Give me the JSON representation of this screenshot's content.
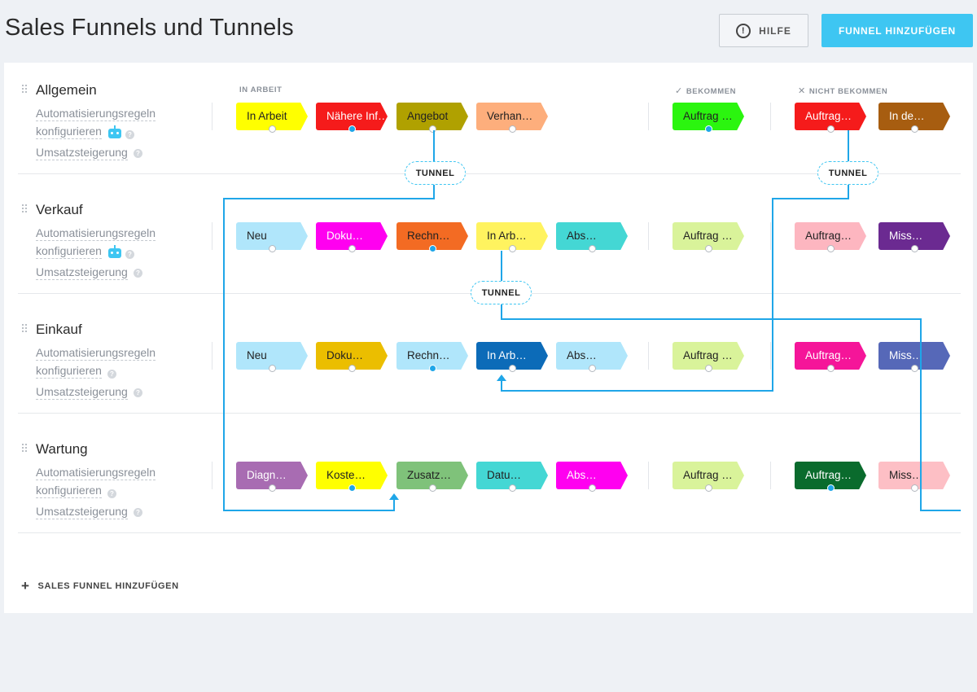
{
  "header": {
    "title": "Sales Funnels und Tunnels",
    "help_label": "HILFE",
    "add_funnel_label": "FUNNEL HINZUFÜGEN"
  },
  "groups": {
    "in_work": "IN ARBEIT",
    "won": "BEKOMMEN",
    "lost": "NICHT BEKOMMEN"
  },
  "funnel_labels": {
    "rules_line1": "Automatisierungsregeln",
    "rules_line2": "konfigurieren",
    "revenue": "Umsatzsteigerung"
  },
  "funnels": [
    {
      "name": "Allgemein",
      "automation_icon": true,
      "stages": [
        {
          "label": "In Arbeit",
          "color": "#ffff00",
          "text": "#222222",
          "active": false
        },
        {
          "label": "Nähere Inf…",
          "color": "#f51b1b",
          "text": "#ffffff",
          "active": true
        },
        {
          "label": "Angebot",
          "color": "#b0a100",
          "text": "#222222",
          "active": false
        },
        {
          "label": "Verhan…",
          "color": "#fdae7c",
          "text": "#222222",
          "active": false
        }
      ],
      "won": {
        "label": "Auftrag …",
        "color": "#2bf50f",
        "text": "#222222",
        "active": true
      },
      "lost": [
        {
          "label": "Auftrag…",
          "color": "#f51b1b",
          "text": "#ffffff",
          "active": false
        },
        {
          "label": "In de…",
          "color": "#a75d10",
          "text": "#ffffff",
          "active": false
        }
      ]
    },
    {
      "name": "Verkauf",
      "automation_icon": true,
      "stages": [
        {
          "label": "Neu",
          "color": "#b0e6fb",
          "text": "#222222",
          "active": false
        },
        {
          "label": "Doku…",
          "color": "#ff00f0",
          "text": "#ffffff",
          "active": false
        },
        {
          "label": "Rechn…",
          "color": "#f36b23",
          "text": "#222222",
          "active": true
        },
        {
          "label": "In Arb…",
          "color": "#fff35f",
          "text": "#222222",
          "active": false
        },
        {
          "label": "Abs…",
          "color": "#44d7d4",
          "text": "#222222",
          "active": false
        }
      ],
      "won": {
        "label": "Auftrag …",
        "color": "#d9f39a",
        "text": "#222222",
        "active": false
      },
      "lost": [
        {
          "label": "Auftrag…",
          "color": "#fdb6c0",
          "text": "#222222",
          "active": false
        },
        {
          "label": "Miss…",
          "color": "#6b2a91",
          "text": "#ffffff",
          "active": false
        }
      ]
    },
    {
      "name": "Einkauf",
      "automation_icon": false,
      "stages": [
        {
          "label": "Neu",
          "color": "#b0e6fb",
          "text": "#222222",
          "active": false
        },
        {
          "label": "Doku…",
          "color": "#ebbe00",
          "text": "#222222",
          "active": false
        },
        {
          "label": "Rechn…",
          "color": "#b0e6fb",
          "text": "#222222",
          "active": true
        },
        {
          "label": "In Arb…",
          "color": "#0c6bb8",
          "text": "#ffffff",
          "active": false
        },
        {
          "label": "Abs…",
          "color": "#b0e6fb",
          "text": "#222222",
          "active": false
        }
      ],
      "won": {
        "label": "Auftrag …",
        "color": "#d9f39a",
        "text": "#222222",
        "active": false
      },
      "lost": [
        {
          "label": "Auftrag…",
          "color": "#f51599",
          "text": "#ffffff",
          "active": false
        },
        {
          "label": "Miss…",
          "color": "#5668b8",
          "text": "#ffffff",
          "active": false
        }
      ]
    },
    {
      "name": "Wartung",
      "automation_icon": false,
      "stages": [
        {
          "label": "Diagn…",
          "color": "#a86cb2",
          "text": "#ffffff",
          "active": false
        },
        {
          "label": "Koste…",
          "color": "#ffff00",
          "text": "#222222",
          "active": true
        },
        {
          "label": "Zusatz…",
          "color": "#7fc27a",
          "text": "#222222",
          "active": false
        },
        {
          "label": "Datu…",
          "color": "#44d7d4",
          "text": "#222222",
          "active": false
        },
        {
          "label": "Abs…",
          "color": "#ff00f0",
          "text": "#ffffff",
          "active": false
        }
      ],
      "won": {
        "label": "Auftrag …",
        "color": "#d9f39a",
        "text": "#222222",
        "active": false
      },
      "lost": [
        {
          "label": "Auftrag…",
          "color": "#0a6b2d",
          "text": "#ffffff",
          "active": true
        },
        {
          "label": "Miss…",
          "color": "#fdbfc5",
          "text": "#222222",
          "active": false
        }
      ]
    }
  ],
  "tunnel_label": "TUNNEL",
  "tunnel_color": "#1fa6e8",
  "add_sales_funnel_label": "SALES FUNNEL HINZUFÜGEN"
}
